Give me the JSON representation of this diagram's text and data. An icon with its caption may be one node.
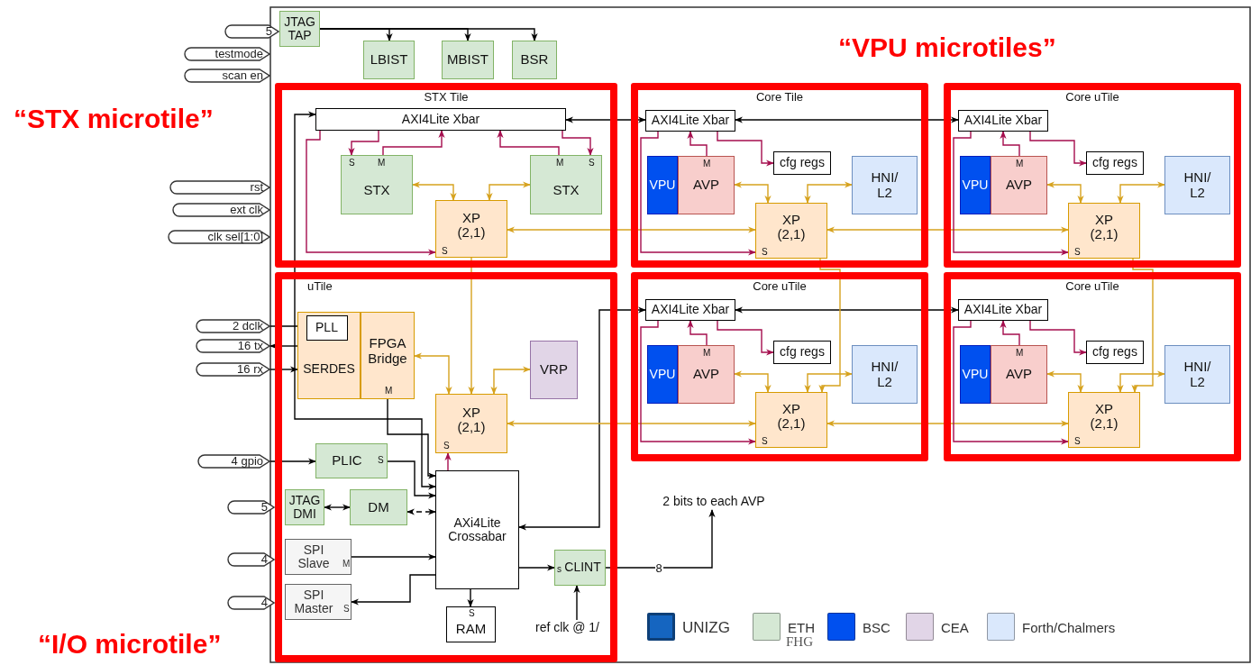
{
  "diagram": {
    "nodes": [
      {
        "text": [
          "JTAG TAP"
        ]
      },
      {
        "text": [
          "LBIST"
        ]
      },
      {
        "text": [
          "MBIST"
        ]
      },
      {
        "text": [
          "BSR"
        ]
      },
      {
        "text": [
          "5"
        ]
      },
      {
        "text": [
          "testmode"
        ]
      },
      {
        "text": [
          "scan en"
        ]
      },
      {
        "text": [
          "rst"
        ]
      },
      {
        "text": [
          "ext clk"
        ]
      },
      {
        "text": [
          "clk sel[1:0]"
        ]
      },
      {
        "text": [
          "2 dclk"
        ]
      },
      {
        "text": [
          "16 tx"
        ]
      },
      {
        "text": [
          "16 rx"
        ]
      },
      {
        "text": [
          "4 gpio"
        ]
      },
      {
        "text": [
          "5"
        ]
      },
      {
        "text": [
          "4"
        ]
      },
      {
        "text": [
          "4"
        ]
      },
      {
        "text": [
          "STX Tile"
        ]
      },
      {
        "text": [
          "AXI4Lite Xbar"
        ],
        "in": 17
      },
      {
        "text": [
          "S",
          "M",
          "STX"
        ],
        "in": 17
      },
      {
        "text": [
          "M",
          "S",
          "STX"
        ],
        "in": 17
      },
      {
        "text": [
          "XP (2,1)",
          "S"
        ],
        "in": 17
      },
      {
        "text": [
          "Core Tile"
        ]
      },
      {
        "text": [
          "AXI4Lite Xbar"
        ],
        "in": 22
      },
      {
        "text": [
          "VPU"
        ],
        "in": 22
      },
      {
        "text": [
          "M",
          "AVP"
        ],
        "in": 22
      },
      {
        "text": [
          "cfg regs"
        ],
        "in": 22
      },
      {
        "text": [
          "HNI/ L2"
        ],
        "in": 22
      },
      {
        "text": [
          "XP (2,1)",
          "S"
        ],
        "in": 22
      },
      {
        "text": [
          "Core uTile"
        ]
      },
      {
        "text": [
          "AXI4Lite Xbar"
        ],
        "in": 29
      },
      {
        "text": [
          "VPU"
        ],
        "in": 29
      },
      {
        "text": [
          "M",
          "AVP"
        ],
        "in": 29
      },
      {
        "text": [
          "cfg regs"
        ],
        "in": 29
      },
      {
        "text": [
          "HNI/ L2"
        ],
        "in": 29
      },
      {
        "text": [
          "XP (2,1)",
          "S"
        ],
        "in": 29
      },
      {
        "text": [
          "Core uTile"
        ]
      },
      {
        "text": [
          "AXI4Lite Xbar"
        ],
        "in": 36
      },
      {
        "text": [
          "VPU"
        ],
        "in": 36
      },
      {
        "text": [
          "M",
          "AVP"
        ],
        "in": 36
      },
      {
        "text": [
          "cfg regs"
        ],
        "in": 36
      },
      {
        "text": [
          "HNI/ L2"
        ],
        "in": 36
      },
      {
        "text": [
          "XP (2,1)",
          "S"
        ],
        "in": 36
      },
      {
        "text": [
          "Core uTile"
        ]
      },
      {
        "text": [
          "AXI4Lite Xbar"
        ],
        "in": 43
      },
      {
        "text": [
          "VPU"
        ],
        "in": 43
      },
      {
        "text": [
          "M",
          "AVP"
        ],
        "in": 43
      },
      {
        "text": [
          "cfg regs"
        ],
        "in": 43
      },
      {
        "text": [
          "HNI/ L2"
        ],
        "in": 43
      },
      {
        "text": [
          "XP (2,1)",
          "S"
        ],
        "in": 43
      },
      {
        "text": [
          "uTile"
        ]
      },
      {
        "text": [
          "SERDES"
        ],
        "in": 50
      },
      {
        "text": [
          "PLL"
        ],
        "in": 51
      },
      {
        "text": [
          "FPGA Bridge",
          "M"
        ],
        "in": 50
      },
      {
        "text": [
          "VRP"
        ],
        "in": 50
      },
      {
        "text": [
          "XP (2,1)",
          "S"
        ],
        "in": 50
      },
      {
        "text": [
          "PLIC",
          "S"
        ],
        "in": 50
      },
      {
        "text": [
          "JTAG DMI"
        ],
        "in": 50
      },
      {
        "text": [
          "DM"
        ],
        "in": 50
      },
      {
        "text": [
          "SPI Slave",
          "M"
        ],
        "in": 50
      },
      {
        "text": [
          "SPI Master",
          "S"
        ],
        "in": 50
      },
      {
        "text": [
          "AXi4Lite Crossabar"
        ],
        "in": 50
      },
      {
        "text": [
          "s",
          "CLINT"
        ],
        "in": 50
      },
      {
        "text": [
          "S",
          "RAM"
        ],
        "in": 50
      },
      {
        "text": [
          "ref clk @ 1/"
        ],
        "in": 50
      },
      {
        "text": [
          "2 bits to each AVP"
        ]
      }
    ],
    "edges": [
      {
        "from": 0,
        "to": 1,
        "arrow": "to"
      },
      {
        "from": 0,
        "to": 2,
        "arrow": "to"
      },
      {
        "from": 0,
        "to": 3,
        "arrow": "to"
      },
      {
        "from": 10,
        "to": 52,
        "arrow": "to"
      },
      {
        "from": 51,
        "to": 11,
        "arrow": "to"
      },
      {
        "from": 12,
        "to": 51,
        "arrow": "to"
      },
      {
        "from": 13,
        "to": 56,
        "arrow": "to"
      },
      {
        "from": 61,
        "to": 18,
        "arrow": "both"
      },
      {
        "from": 18,
        "to": 23,
        "arrow": "both"
      },
      {
        "from": 23,
        "to": 30,
        "arrow": "both"
      },
      {
        "from": 61,
        "to": 37,
        "arrow": "both"
      },
      {
        "from": 37,
        "to": 44,
        "arrow": "both"
      },
      {
        "from": 18,
        "to": 19,
        "arrow": "to",
        "color": "#a50e4e"
      },
      {
        "from": 19,
        "to": 18,
        "arrow": "to",
        "color": "#a50e4e"
      },
      {
        "from": 20,
        "to": 18,
        "arrow": "to",
        "color": "#a50e4e"
      },
      {
        "from": 18,
        "to": 20,
        "arrow": "to",
        "color": "#a50e4e"
      },
      {
        "from": 18,
        "to": 21,
        "arrow": "to",
        "color": "#a50e4e"
      },
      {
        "from": 19,
        "to": 21,
        "arrow": "both",
        "color": "#d6a21e"
      },
      {
        "from": 20,
        "to": 21,
        "arrow": "both",
        "color": "#d6a21e"
      },
      {
        "from": 21,
        "to": 28,
        "arrow": "both",
        "color": "#d6a21e"
      },
      {
        "from": 28,
        "to": 35,
        "arrow": "both",
        "color": "#d6a21e"
      },
      {
        "from": 55,
        "to": 42,
        "arrow": "both",
        "color": "#d6a21e"
      },
      {
        "from": 42,
        "to": 49,
        "arrow": "both",
        "color": "#d6a21e"
      },
      {
        "from": 21,
        "to": 55,
        "arrow": "to",
        "color": "#d6a21e"
      },
      {
        "from": 28,
        "to": 42,
        "arrow": "to",
        "color": "#d6a21e"
      },
      {
        "from": 35,
        "to": 49,
        "arrow": "to",
        "color": "#d6a21e"
      },
      {
        "from": 23,
        "to": 26,
        "arrow": "to",
        "color": "#a50e4e"
      },
      {
        "from": 25,
        "to": 23,
        "arrow": "to",
        "color": "#a50e4e"
      },
      {
        "from": 23,
        "to": 28,
        "arrow": "to",
        "color": "#a50e4e"
      },
      {
        "from": 25,
        "to": 28,
        "arrow": "both",
        "color": "#d6a21e"
      },
      {
        "from": 27,
        "to": 28,
        "arrow": "both",
        "color": "#d6a21e"
      },
      {
        "from": 30,
        "to": 33,
        "arrow": "to",
        "color": "#a50e4e"
      },
      {
        "from": 32,
        "to": 30,
        "arrow": "to",
        "color": "#a50e4e"
      },
      {
        "from": 30,
        "to": 35,
        "arrow": "to",
        "color": "#a50e4e"
      },
      {
        "from": 32,
        "to": 35,
        "arrow": "both",
        "color": "#d6a21e"
      },
      {
        "from": 34,
        "to": 35,
        "arrow": "both",
        "color": "#d6a21e"
      },
      {
        "from": 37,
        "to": 40,
        "arrow": "to",
        "color": "#a50e4e"
      },
      {
        "from": 39,
        "to": 37,
        "arrow": "to",
        "color": "#a50e4e"
      },
      {
        "from": 37,
        "to": 42,
        "arrow": "to",
        "color": "#a50e4e"
      },
      {
        "from": 39,
        "to": 42,
        "arrow": "both",
        "color": "#d6a21e"
      },
      {
        "from": 41,
        "to": 42,
        "arrow": "both",
        "color": "#d6a21e"
      },
      {
        "from": 44,
        "to": 47,
        "arrow": "to",
        "color": "#a50e4e"
      },
      {
        "from": 46,
        "to": 44,
        "arrow": "to",
        "color": "#a50e4e"
      },
      {
        "from": 44,
        "to": 49,
        "arrow": "to",
        "color": "#a50e4e"
      },
      {
        "from": 46,
        "to": 49,
        "arrow": "both",
        "color": "#d6a21e"
      },
      {
        "from": 48,
        "to": 49,
        "arrow": "both",
        "color": "#d6a21e"
      },
      {
        "from": 53,
        "to": 55,
        "arrow": "both",
        "color": "#d6a21e"
      },
      {
        "from": 54,
        "to": 55,
        "arrow": "both",
        "color": "#d6a21e"
      },
      {
        "from": 53,
        "to": 61,
        "arrow": "to"
      },
      {
        "from": 56,
        "to": 61,
        "arrow": "to"
      },
      {
        "from": 57,
        "to": 58,
        "arrow": "both"
      },
      {
        "from": 58,
        "to": 61,
        "arrow": "both",
        "style": "dashed"
      },
      {
        "from": 59,
        "to": 61,
        "arrow": "to"
      },
      {
        "from": 61,
        "to": 60,
        "arrow": "to"
      },
      {
        "from": 61,
        "to": 63,
        "arrow": "to"
      },
      {
        "from": 61,
        "to": 62,
        "arrow": "to"
      },
      {
        "from": 64,
        "to": 62,
        "arrow": "to"
      },
      {
        "from": 62,
        "to": 65,
        "arrow": "to",
        "label": "8"
      },
      {
        "from": 61,
        "to": 55,
        "arrow": "to",
        "color": "#a50e4e"
      }
    ],
    "labels": [
      "“STX microtile”",
      "“VPU microtiles”",
      "“I/O microtile”",
      "FHG"
    ],
    "legend": [
      {
        "text": "UNIZG",
        "color": "#1565c0"
      },
      {
        "text": "ETH",
        "color": "#d5e8d4"
      },
      {
        "text": "BSC",
        "color": "#0050ef"
      },
      {
        "text": "CEA",
        "color": "#e1d5e7"
      },
      {
        "text": "Forth/Chalmers",
        "color": "#dae8fc"
      }
    ]
  }
}
